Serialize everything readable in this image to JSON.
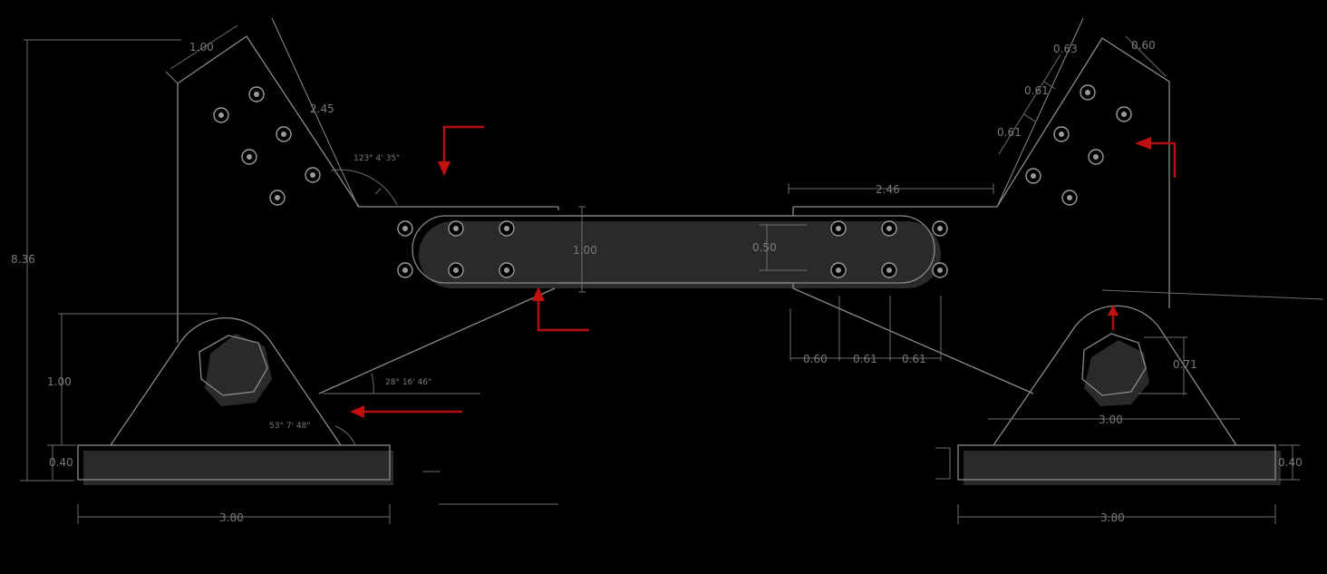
{
  "dimensions": {
    "top_left_width": "1.00",
    "left_height": "8.36",
    "left_edge_length": "2.45",
    "left_top_angle": "123° 4' 35\"",
    "lug_height_left": "1.00",
    "base_thickness_left": "0.40",
    "base_width_left": "3.80",
    "lower_angle_1": "28° 16' 46\"",
    "lower_angle_2": "53° 7' 48\"",
    "link_height": "1.00",
    "hole_spacing_vertical": "0.50",
    "right_edge_length": "2.46",
    "right_top_width": "0.60",
    "right_spacing_1": "0.63",
    "right_spacing_2": "0.61",
    "right_spacing_3": "0.61",
    "bottom_spacing_1": "0.60",
    "bottom_spacing_2": "0.61",
    "bottom_spacing_3": "0.61",
    "lug_offset_right": "0.71",
    "lug_width_right": "3.00",
    "base_thickness_right": "0.40",
    "base_width_right": "3.80"
  },
  "colors": {
    "background": "#000000",
    "line": "#8a8a8a",
    "force_arrow": "#c01010"
  }
}
